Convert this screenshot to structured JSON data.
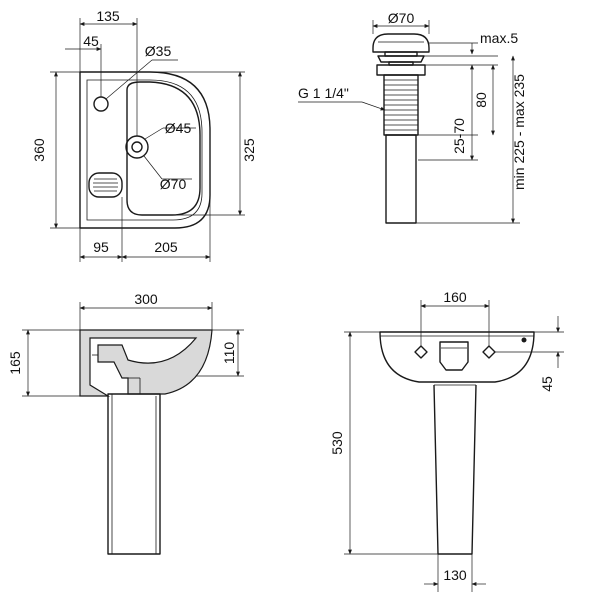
{
  "top_view": {
    "width_top": "135",
    "offset_45": "45",
    "hole_35": "Ø35",
    "hole_45": "Ø45",
    "drain_70": "Ø70",
    "height_360": "360",
    "height_325": "325",
    "bottom_95": "95",
    "bottom_205": "205"
  },
  "drain_detail": {
    "cap_70": "Ø70",
    "max5": "max.5",
    "thread": "G 1 1/4\"",
    "dim_80": "80",
    "dim_25_70": "25-70",
    "dim_range": "min 225 - max 235"
  },
  "side_view": {
    "width_300": "300",
    "height_165": "165",
    "height_110": "110"
  },
  "front_view": {
    "width_160": "160",
    "dim_45": "45",
    "height_530": "530",
    "base_130": "130"
  }
}
